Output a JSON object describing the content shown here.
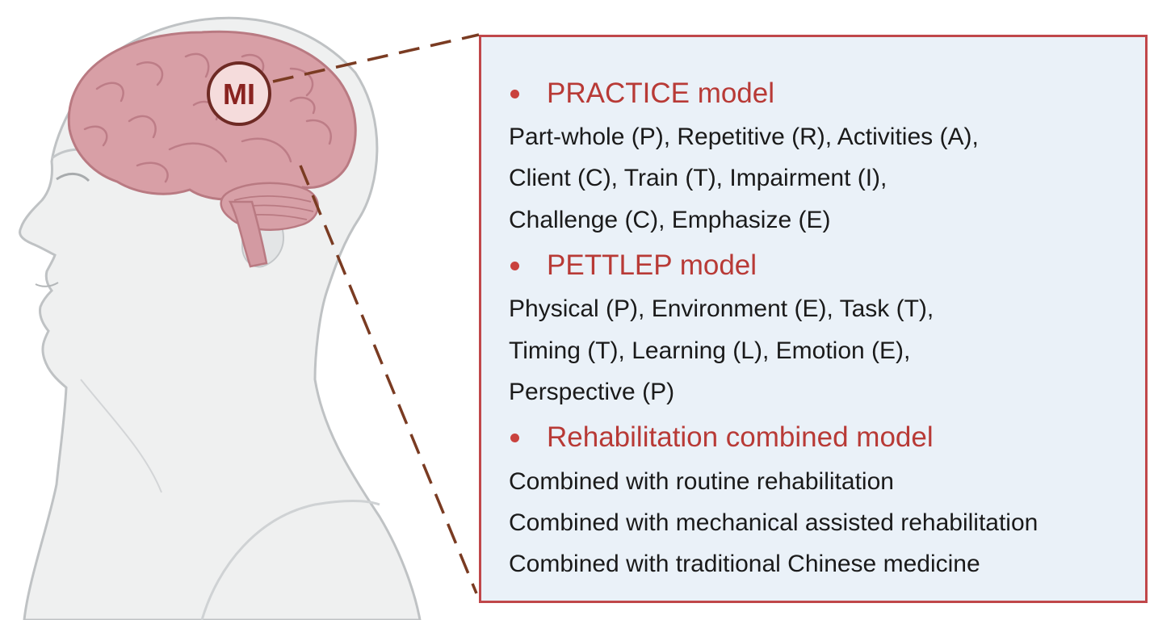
{
  "brain_label": "MI",
  "colors": {
    "panel_border": "#c0474a",
    "panel_fill": "#eaf1f8",
    "heading": "#b83a36",
    "body_text": "#1a1a1a",
    "brain": "#d89fa6",
    "connector": "#7a3b22"
  },
  "sections": [
    {
      "heading": "PRACTICE model",
      "lines": [
        "Part-whole (P), Repetitive (R), Activities (A),",
        "Client (C), Train (T), Impairment (I),",
        "Challenge (C), Emphasize (E)"
      ]
    },
    {
      "heading": "PETTLEP model",
      "lines": [
        "Physical (P), Environment (E), Task (T),",
        "Timing (T), Learning (L), Emotion (E),",
        "Perspective (P)"
      ]
    },
    {
      "heading": "Rehabilitation combined model",
      "lines": [
        "Combined with routine rehabilitation",
        "Combined with mechanical assisted rehabilitation",
        "Combined with traditional Chinese medicine"
      ]
    }
  ]
}
